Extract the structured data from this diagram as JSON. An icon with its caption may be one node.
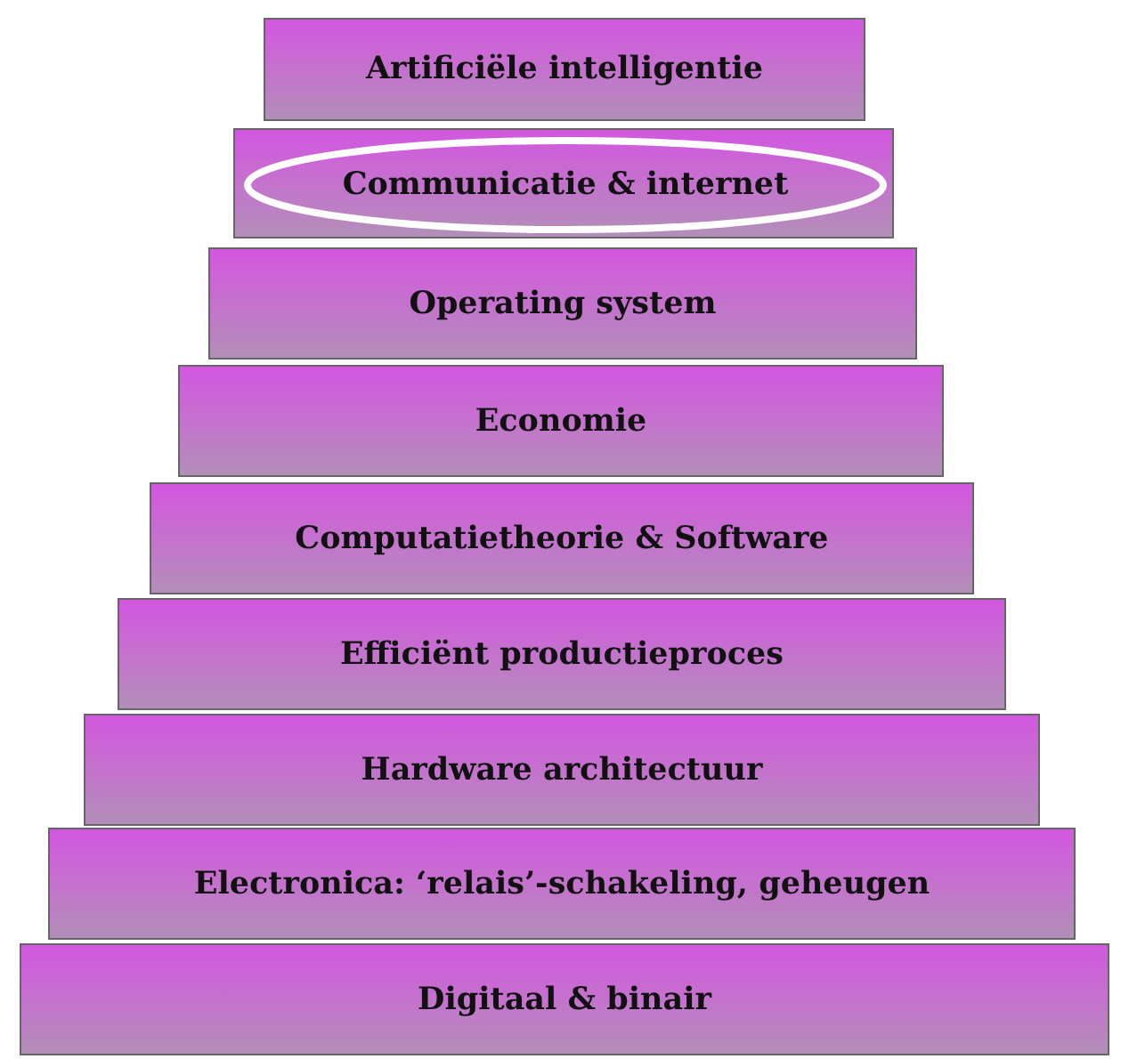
{
  "diagram": {
    "nodes": [
      {
        "text": [
          "Artificiële intelligentie"
        ]
      },
      {
        "text": [],
        "shape": "box"
      },
      {
        "text": [
          "Communicatie & internet"
        ],
        "in": 1
      },
      {
        "text": [
          "Operating system"
        ]
      },
      {
        "text": [
          "Economie"
        ]
      },
      {
        "text": [
          "Computatietheorie & Software"
        ]
      },
      {
        "text": [
          "Efficiënt productieproces"
        ]
      },
      {
        "text": [
          "Hardware architectuur"
        ]
      },
      {
        "text": [
          "Electronica: ‘relais’-schakeling, geheugen"
        ]
      },
      {
        "text": [
          "Digitaal & binair"
        ]
      }
    ]
  }
}
